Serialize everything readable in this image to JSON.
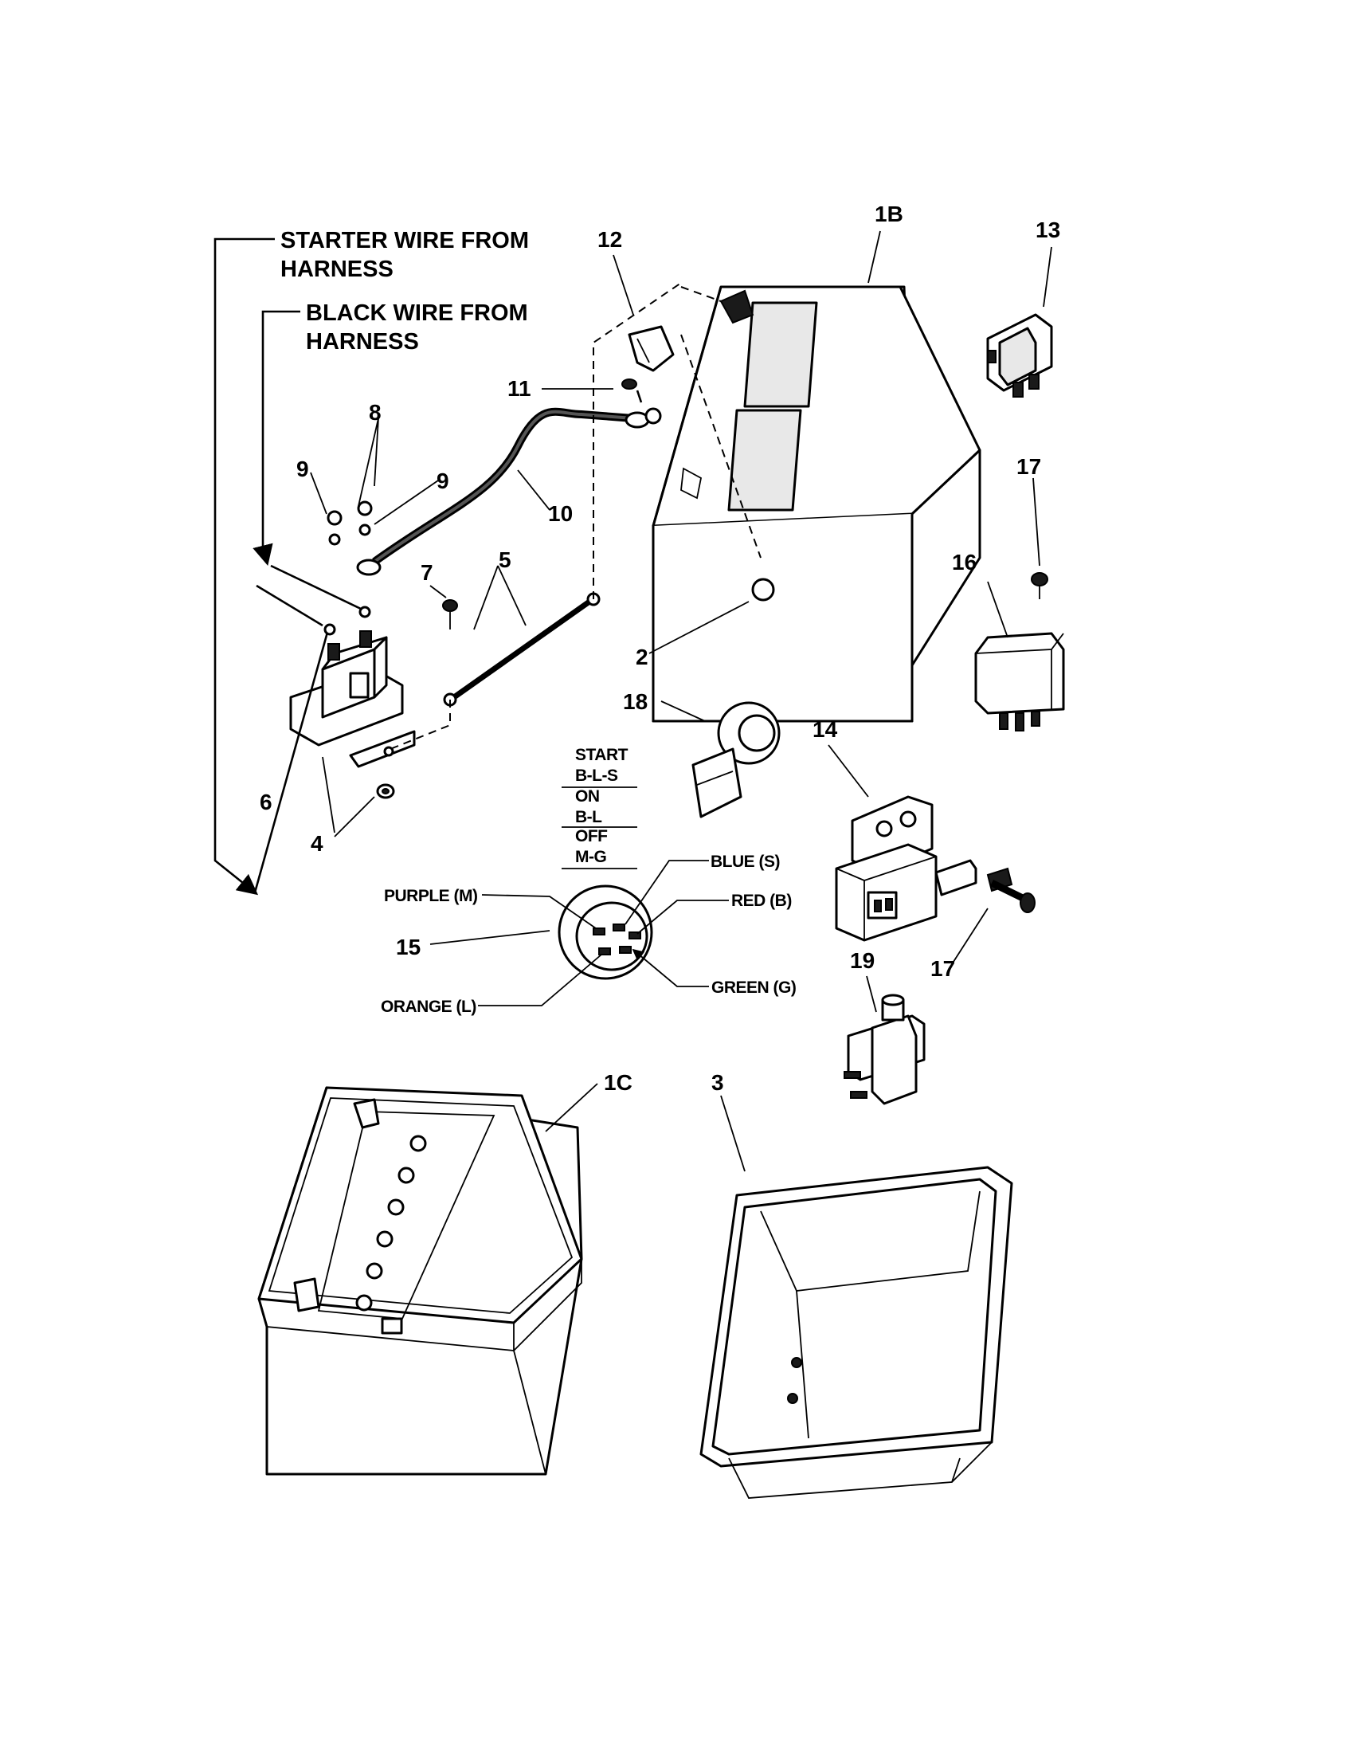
{
  "labels": {
    "starter_wire_line1": "STARTER WIRE FROM",
    "starter_wire_line2": "HARNESS",
    "black_wire_line1": "BLACK WIRE FROM",
    "black_wire_line2": "HARNESS"
  },
  "callouts": {
    "c1B": "1B",
    "c1C": "1C",
    "c2": "2",
    "c3": "3",
    "c4": "4",
    "c5": "5",
    "c6": "6",
    "c7": "7",
    "c8": "8",
    "c9a": "9",
    "c9b": "9",
    "c10": "10",
    "c11": "11",
    "c12": "12",
    "c13": "13",
    "c14": "14",
    "c15": "15",
    "c16": "16",
    "c17a": "17",
    "c17b": "17",
    "c18": "18",
    "c19": "19"
  },
  "switch_table": {
    "rows": [
      "START",
      "B-L-S",
      "ON",
      "B-L",
      "OFF",
      "M-G"
    ]
  },
  "wire_colors": {
    "purple": "PURPLE (M)",
    "orange": "ORANGE (L)",
    "blue": "BLUE (S)",
    "red": "RED (B)",
    "green": "GREEN (G)"
  }
}
